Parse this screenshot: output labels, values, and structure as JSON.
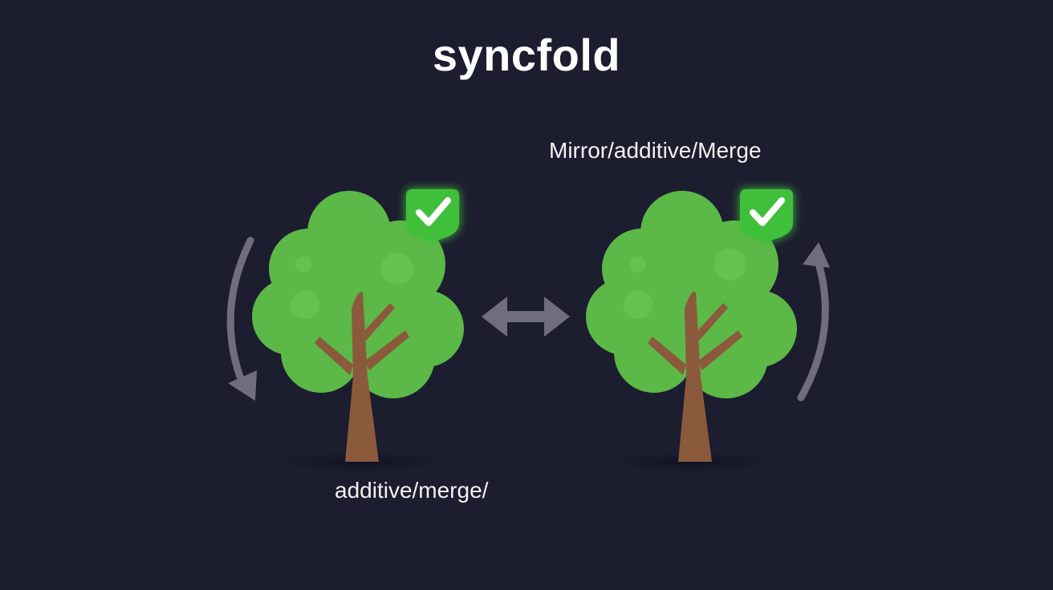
{
  "title": "syncfold",
  "labels": {
    "left_tree": "additive/merge/",
    "right_tree": "Mirror/additive/Merge"
  },
  "icons": {
    "left_tree": "tree-icon",
    "right_tree": "tree-icon",
    "left_badge": "checkmark-badge-icon",
    "right_badge": "checkmark-badge-icon",
    "center_arrow": "bidirectional-arrow-icon",
    "left_cycle": "curved-down-arrow-icon",
    "right_cycle": "curved-up-arrow-icon"
  },
  "colors": {
    "background": "#1c1d2f",
    "foliage": "#5cb847",
    "foliage_light": "#6fc95a",
    "trunk": "#8b5a3c",
    "badge": "#3fbf3a",
    "arrow": "#6e6e80",
    "text": "#ffffff"
  }
}
